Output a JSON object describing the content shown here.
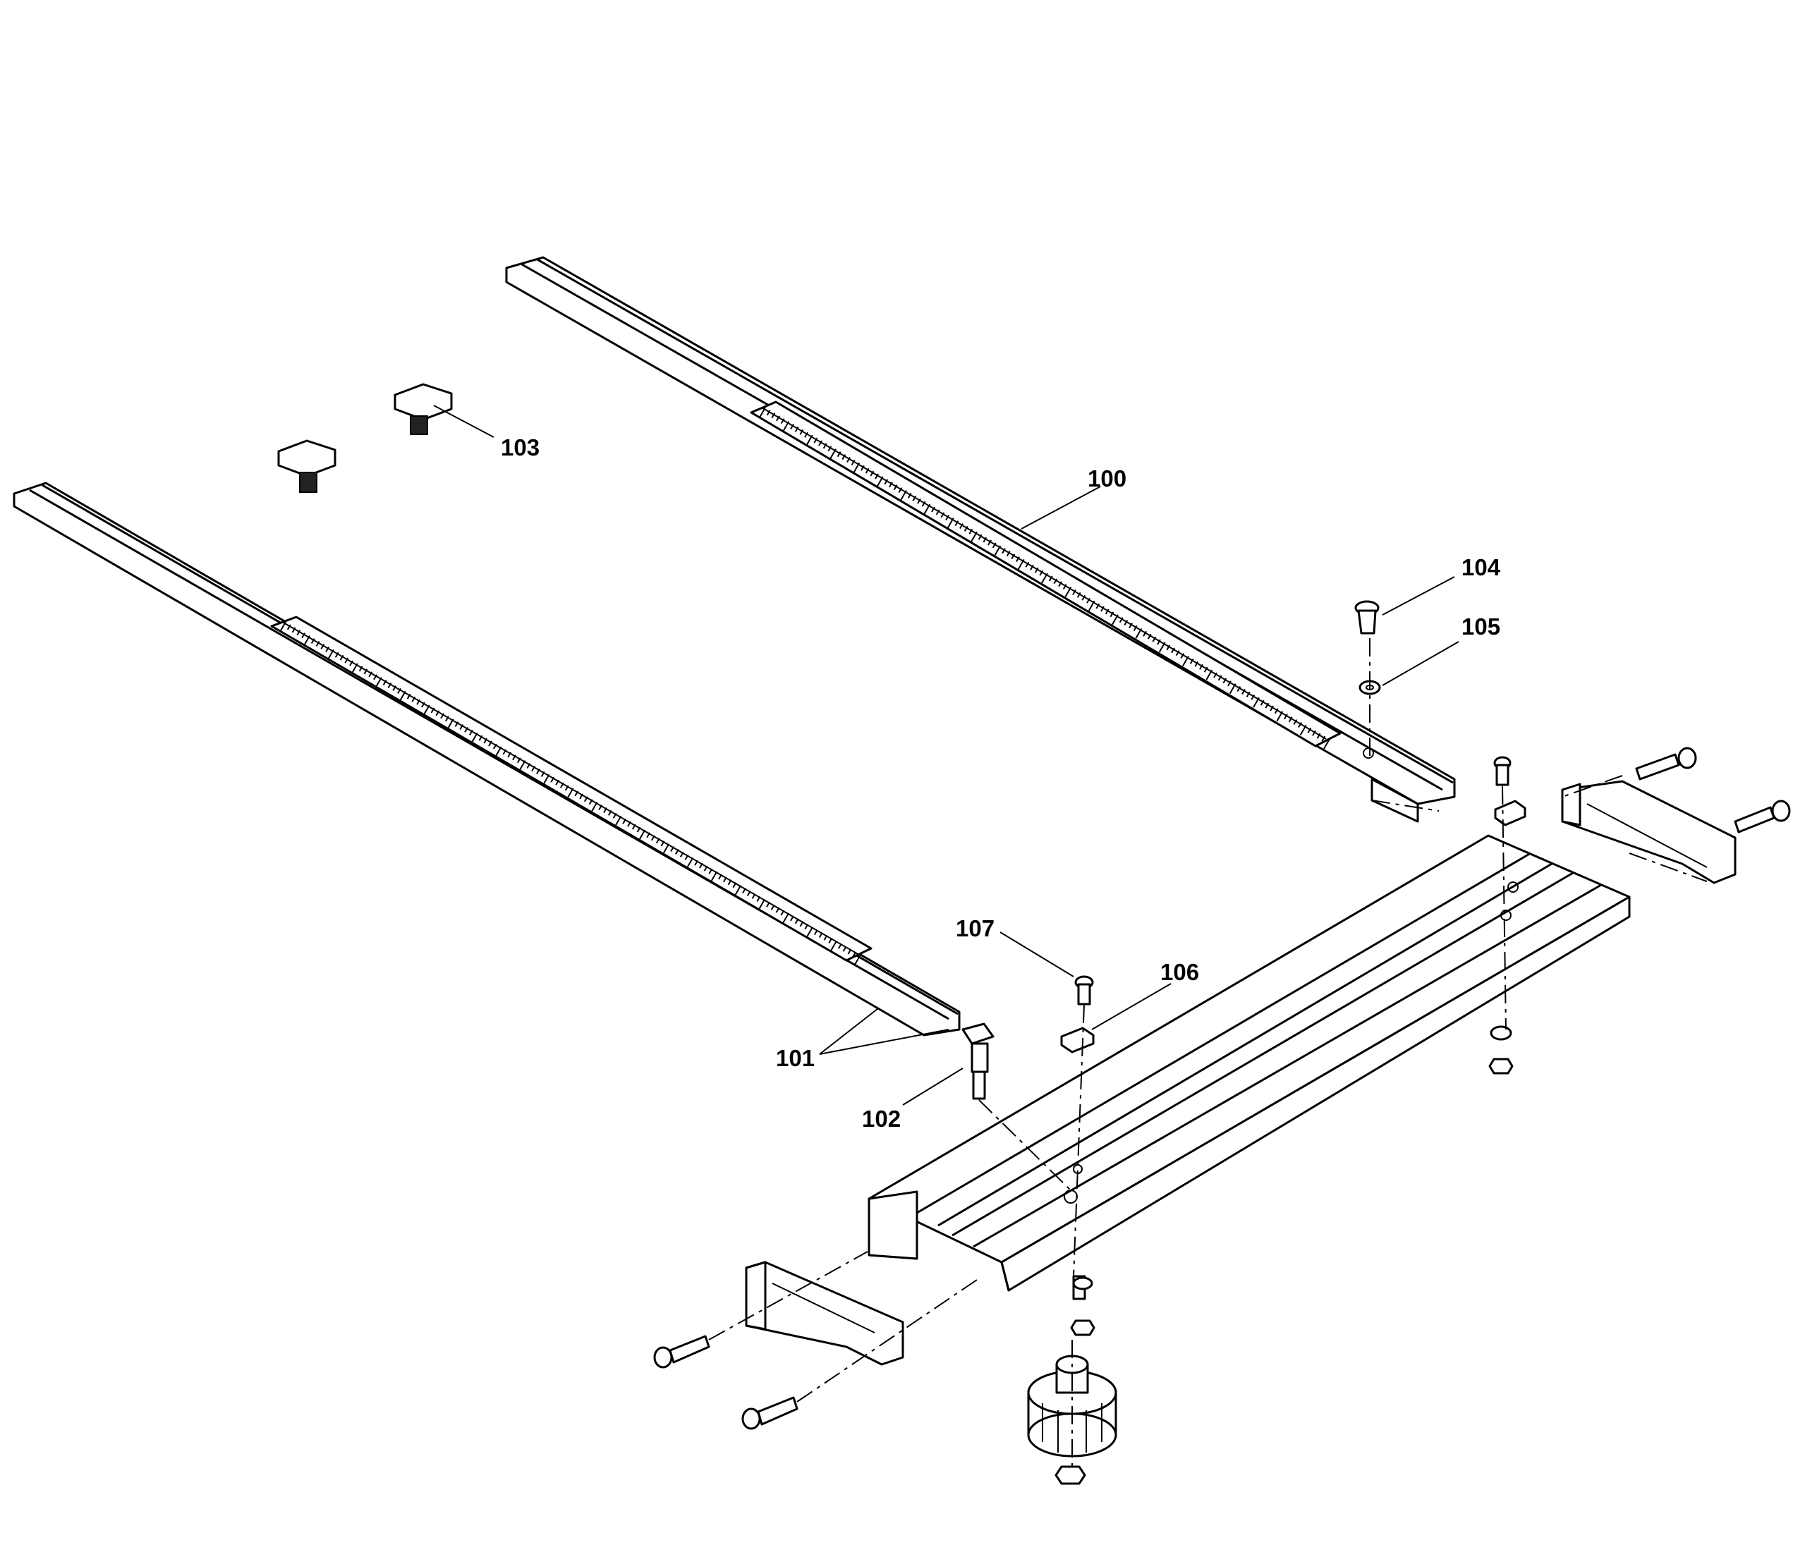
{
  "callouts": [
    {
      "id": "100",
      "text": "100"
    },
    {
      "id": "101",
      "text": "101"
    },
    {
      "id": "102",
      "text": "102"
    },
    {
      "id": "103",
      "text": "103"
    },
    {
      "id": "104",
      "text": "104"
    },
    {
      "id": "105",
      "text": "105"
    },
    {
      "id": "106",
      "text": "106"
    },
    {
      "id": "107",
      "text": "107"
    }
  ]
}
